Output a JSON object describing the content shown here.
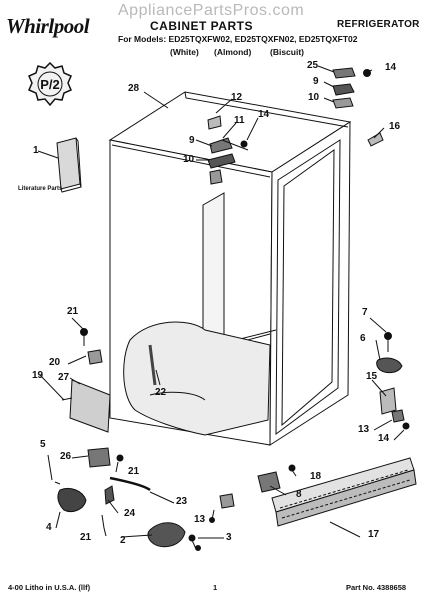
{
  "header": {
    "brand": "Whirlpool",
    "watermark": "AppliancePartsPros.com",
    "section_title": "CABINET PARTS",
    "appliance": "REFRIGERATOR",
    "models_line": "For Models: ED25TQXFW02, ED25TQXFN02, ED25TQXFT02",
    "colors": [
      "(White)",
      "(Almond)",
      "(Biscuit)"
    ]
  },
  "badge": {
    "text": "P/2"
  },
  "literature_label": "Literature Parts",
  "callouts": [
    "1",
    "2",
    "3",
    "4",
    "5",
    "6",
    "7",
    "8",
    "9",
    "9",
    "10",
    "10",
    "11",
    "12",
    "13",
    "13",
    "14",
    "14",
    "14",
    "15",
    "16",
    "17",
    "18",
    "19",
    "20",
    "21",
    "21",
    "21",
    "22",
    "23",
    "24",
    "25",
    "26",
    "27",
    "28"
  ],
  "footer": {
    "left": "4-00 Litho in U.S.A. (llf)",
    "page": "1",
    "part_no": "Part No. 4388658"
  },
  "colors": {
    "ink": "#111111",
    "watermark": "#b9b9b9",
    "paper": "#ffffff"
  }
}
